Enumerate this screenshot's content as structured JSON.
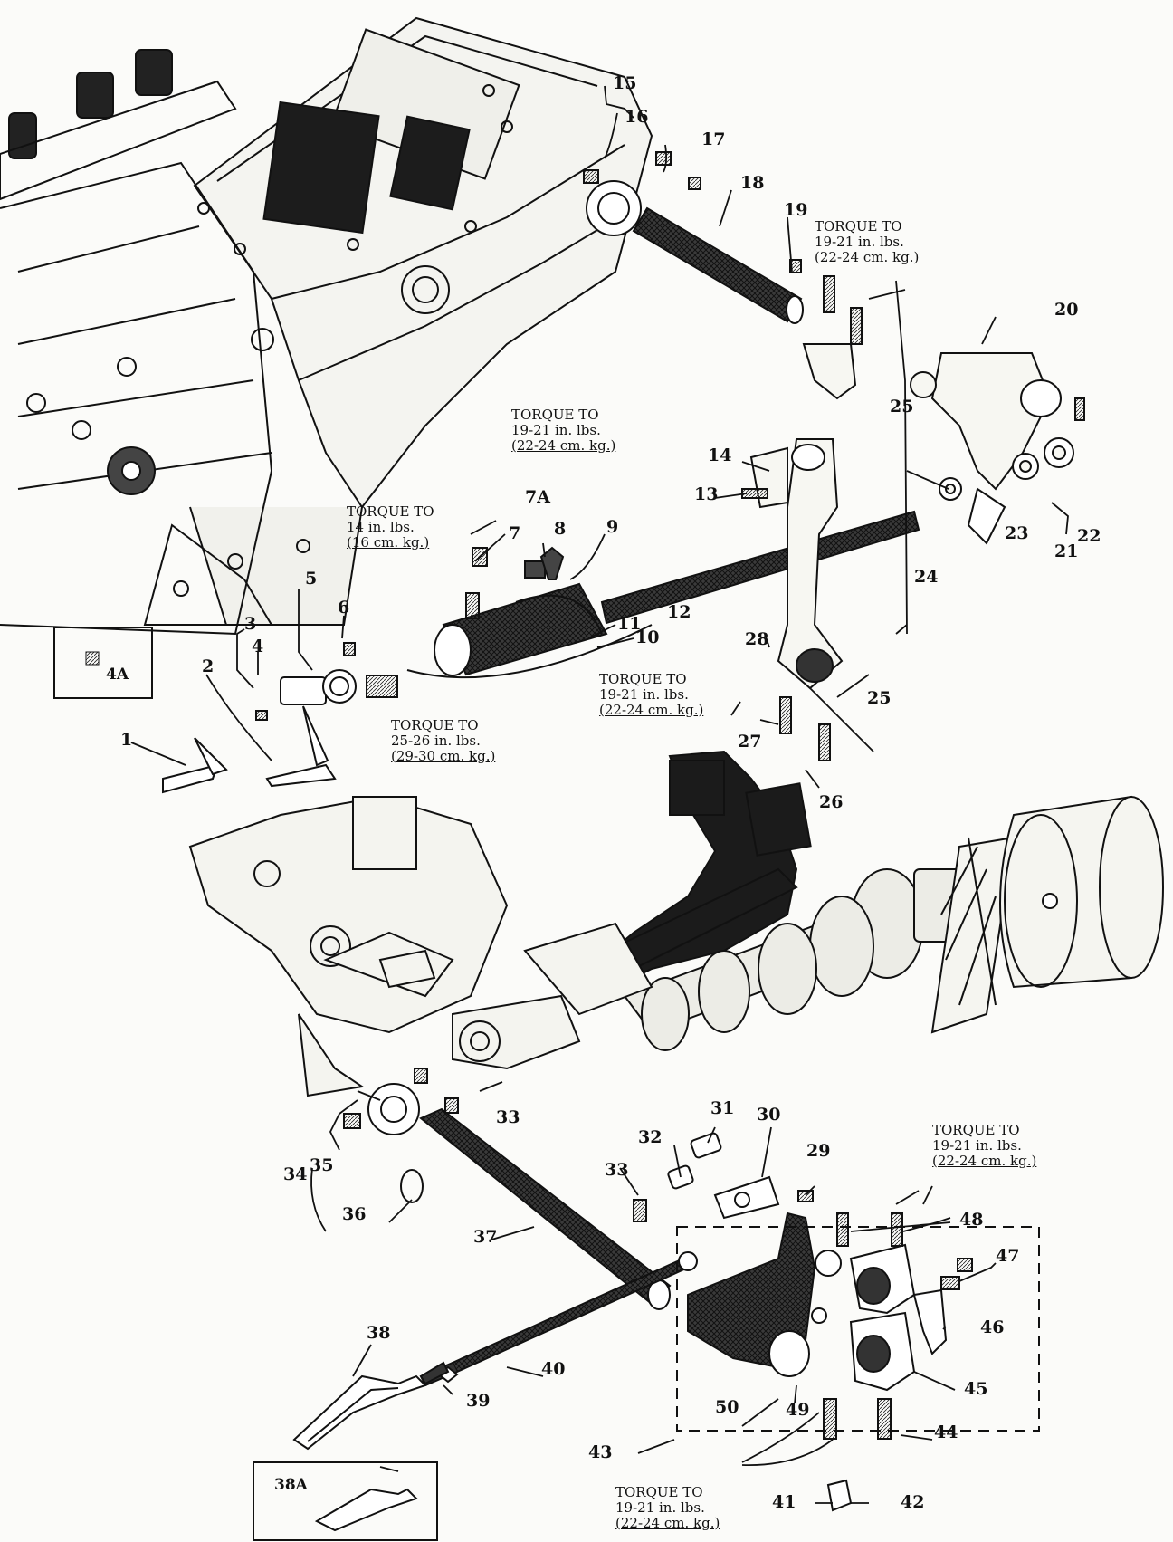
{
  "colors": {
    "ink": "#111111",
    "paper": "#fbfbf9"
  },
  "part_labels": [
    "1",
    "2",
    "3",
    "4",
    "4A",
    "5",
    "6",
    "7",
    "7A",
    "8",
    "9",
    "10",
    "11",
    "12",
    "13",
    "14",
    "15",
    "16",
    "17",
    "18",
    "19",
    "20",
    "21",
    "22",
    "23",
    "24",
    "25",
    "26",
    "27",
    "28",
    "29",
    "30",
    "31",
    "32",
    "33",
    "34",
    "35",
    "36",
    "37",
    "38",
    "38A",
    "39",
    "40",
    "41",
    "42",
    "43",
    "44",
    "45",
    "46",
    "47",
    "48",
    "49",
    "50"
  ],
  "torque_notes": [
    {
      "line1": "TORQUE TO",
      "line2": "19-21 in. lbs.",
      "line3": "(22-24 cm. kg.)"
    },
    {
      "line1": "TORQUE TO",
      "line2": "19-21 in. lbs.",
      "line3": "(22-24 cm. kg.)"
    },
    {
      "line1": "TORQUE TO",
      "line2": "14 in. lbs.",
      "line3": "(16 cm. kg.)"
    },
    {
      "line1": "TORQUE TO",
      "line2": "25-26 in. lbs.",
      "line3": "(29-30 cm. kg.)"
    },
    {
      "line1": "TORQUE TO",
      "line2": "19-21 in. lbs.",
      "line3": "(22-24 cm. kg.)"
    },
    {
      "line1": "TORQUE TO",
      "line2": "19-21 in. lbs.",
      "line3": "(22-24 cm. kg.)"
    },
    {
      "line1": "TORQUE TO",
      "line2": "19-21 in. lbs.",
      "line3": "(22-24 cm. kg.)"
    }
  ]
}
